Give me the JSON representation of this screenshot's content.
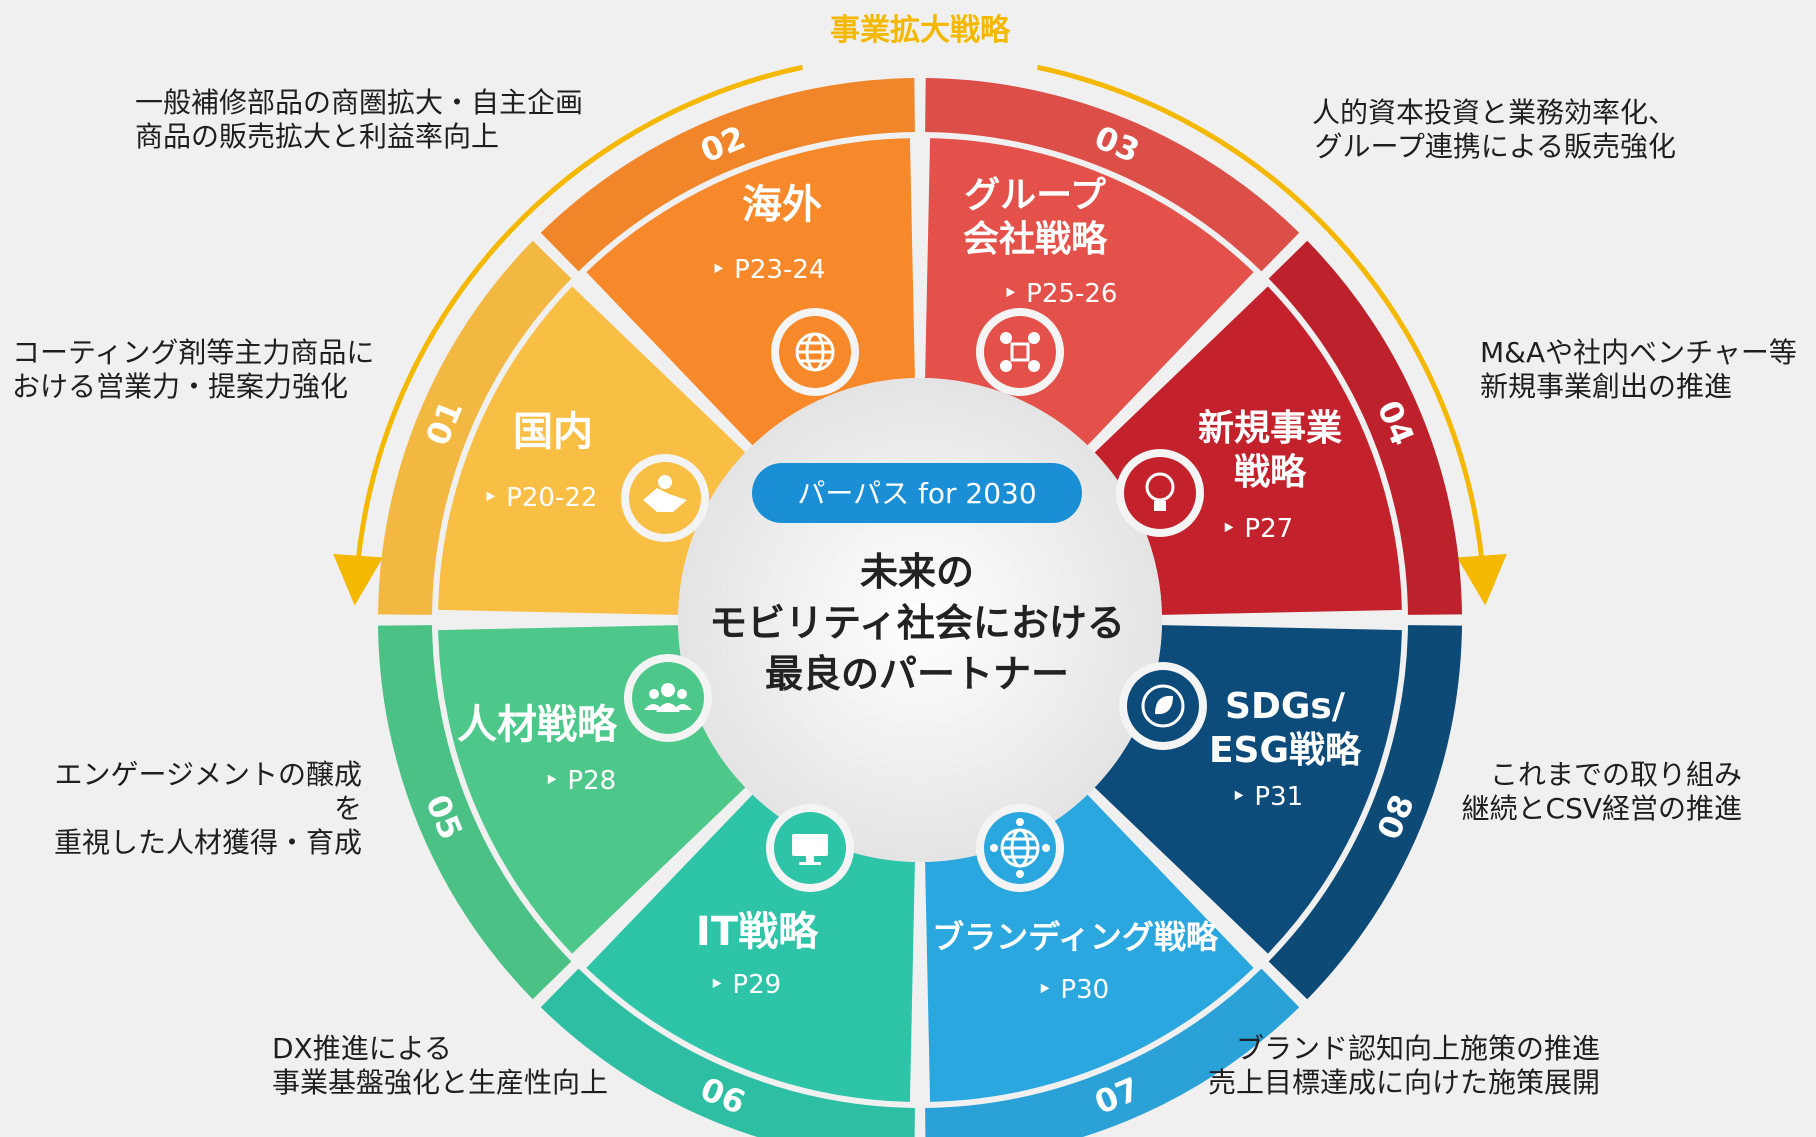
{
  "arc_title": "事業拡大戦略",
  "center": {
    "badge": "パーパス for 2030",
    "lines": [
      "未来の",
      "モビリティ社会における",
      "最良のパートナー"
    ]
  },
  "segments": [
    {
      "num": "01",
      "title": [
        "国内"
      ],
      "page": "P20-22",
      "icon": "handshake-icon",
      "color": "#f9be44"
    },
    {
      "num": "02",
      "title": [
        "海外"
      ],
      "page": "P23-24",
      "icon": "globe-icon",
      "color": "#f7892a"
    },
    {
      "num": "03",
      "title": [
        "グループ",
        "会社戦略"
      ],
      "page": "P25-26",
      "icon": "network-people-icon",
      "color": "#e3514a"
    },
    {
      "num": "04",
      "title": [
        "新規事業",
        "戦略"
      ],
      "page": "P27",
      "icon": "lightbulb-icon",
      "color": "#c3222c"
    },
    {
      "num": "08",
      "title": [
        "SDGs/",
        "ESG戦略"
      ],
      "page": "P31",
      "icon": "leaf-cycle-icon",
      "color": "#0d4c7a"
    },
    {
      "num": "07",
      "title": [
        "ブランディング戦略"
      ],
      "page": "P30",
      "icon": "globe-network-icon",
      "color": "#2ba7df"
    },
    {
      "num": "06",
      "title": [
        "IT戦略"
      ],
      "page": "P29",
      "icon": "monitor-icon",
      "color": "#2ec4a8"
    },
    {
      "num": "05",
      "title": [
        "人材戦略"
      ],
      "page": "P28",
      "icon": "people-group-icon",
      "color": "#4dc78a"
    }
  ],
  "descriptions": {
    "d02": "一般補修部品の商圏拡大・自主企画\n商品の販売拡大と利益率向上",
    "d01": "コーティング剤等主力商品に\nおける営業力・提案力強化",
    "d05": "エンゲージメントの醸成を\n重視した人材獲得・育成",
    "d06": "DX推進による\n事業基盤強化と生産性向上",
    "d03": "人的資本投資と業務効率化、\nグループ連携による販売強化",
    "d04": "M&Aや社内ベンチャー等\n新規事業創出の推進",
    "d08": "これまでの取り組み\n継続とCSV経営の推進",
    "d07": "ブランド認知向上施策の推進\n売上目標達成に向けた施策展開"
  },
  "colors": {
    "arc": "#f5b800",
    "badge": "#1b8fd6",
    "center_text": "#222222"
  }
}
